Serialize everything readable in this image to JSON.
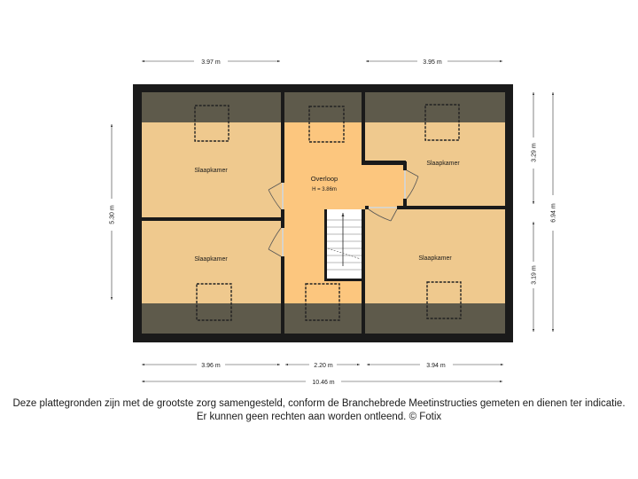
{
  "rooms": {
    "bedroom_top_left": "Slaapkamer",
    "bedroom_bottom_left": "Slaapkamer",
    "landing": "Overloop",
    "landing_height": "H = 3.86m",
    "bedroom_top_right": "Slaapkamer",
    "bedroom_bottom_right": "Slaapkamer"
  },
  "dimensions": {
    "top_left": "3.97 m",
    "top_right": "3.95 m",
    "bottom_left": "3.96 m",
    "bottom_middle": "2.20 m",
    "bottom_right": "3.94 m",
    "bottom_total": "10.46 m",
    "left_height": "5.30 m",
    "right_upper": "3.29 m",
    "right_lower": "3.19 m",
    "right_total": "6.94 m"
  },
  "disclaimer": {
    "line1": "Deze plattegronden zijn met de grootste zorg samengesteld, conform de Branchebrede Meetinstructies gemeten en dienen ter indicatie.",
    "line2": "Er kunnen geen rechten aan worden ontleend. © Fotix"
  },
  "colors": {
    "wall": "#1a1a1a",
    "room_fill": "#efc98e",
    "landing_fill": "#fcc67e",
    "low_ceiling": "#5e5a4b",
    "stair_fill": "#ffffff"
  }
}
